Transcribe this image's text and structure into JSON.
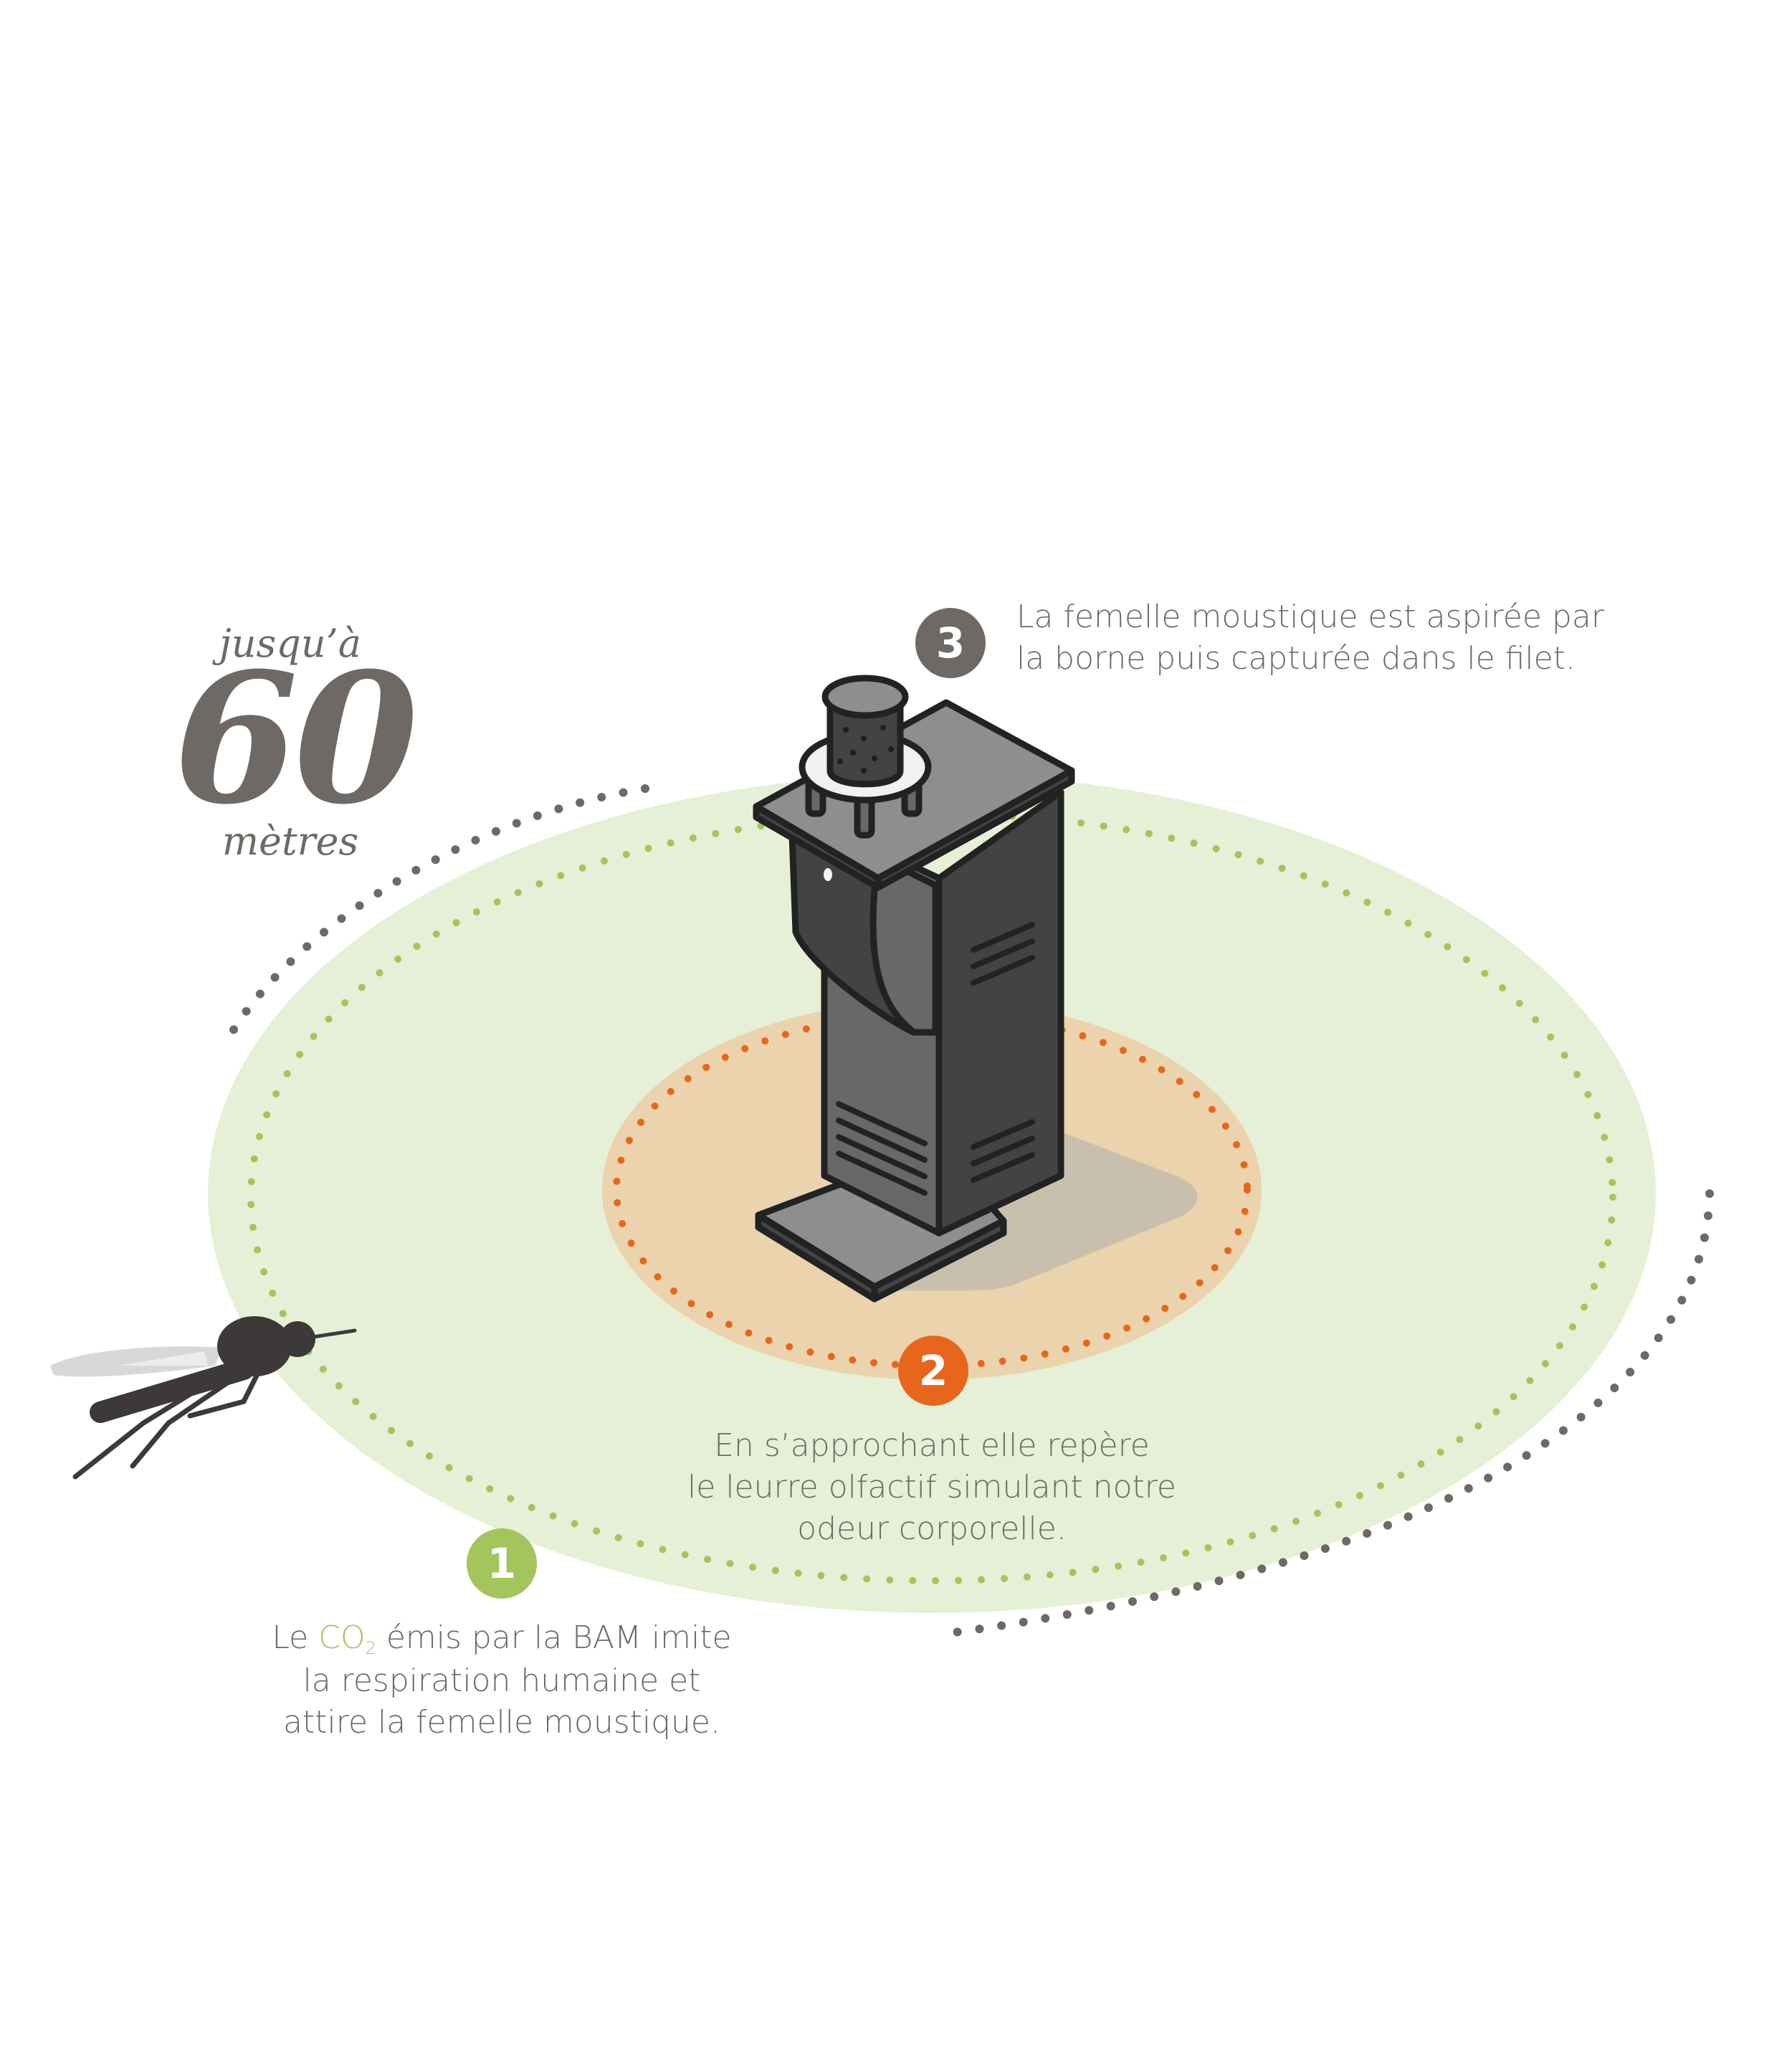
{
  "distance": {
    "prefix": "jusqu’à",
    "value": "60",
    "suffix": "mètres"
  },
  "steps": [
    {
      "number": "1",
      "color": "#a3c55b",
      "lines_before_co2": "Le ",
      "co2": "CO",
      "co2_subscript": "2",
      "lines_after_co2": " émis par la BAM imite",
      "lines": [
        "la respiration humaine et",
        "attire la femelle moustique."
      ]
    },
    {
      "number": "2",
      "color": "#e8661b",
      "lines": [
        "En s’approchant elle repère",
        "le leurre olfactif simulant notre",
        "odeur corporelle."
      ]
    },
    {
      "number": "3",
      "color": "#6e6965",
      "lines": [
        "La femelle moustique est aspirée par",
        "la borne puis capturée dans le filet."
      ]
    }
  ],
  "colors": {
    "outer_zone": "#e6f0d6",
    "outer_dots": "#a3c55b",
    "inner_zone": "#ebd3ae",
    "inner_dots": "#e8661b",
    "range_dots": "#6e6965",
    "device_dark": "#434343",
    "device_mid": "#686868",
    "device_light": "#8d8e8d",
    "outline": "#222222",
    "mosquito": "#3d3938"
  },
  "icons": [
    "mosquito-icon",
    "trap-device-icon"
  ]
}
